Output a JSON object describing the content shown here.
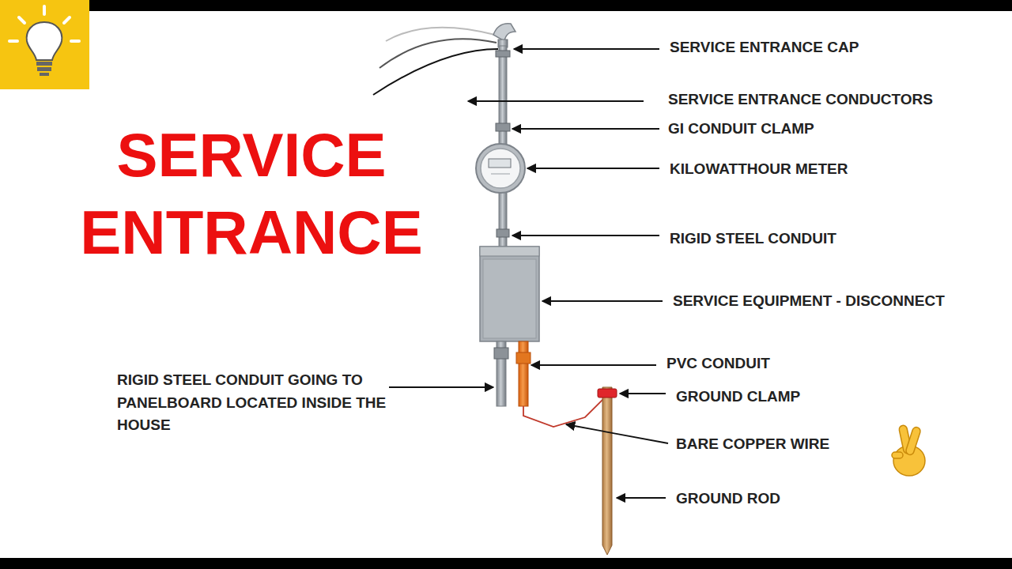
{
  "diagram": {
    "title": "SERVICE ENTRANCE",
    "labels": [
      "SERVICE ENTRANCE CAP",
      "SERVICE ENTRANCE CONDUCTORS",
      "GI CONDUIT CLAMP",
      "KILOWATTHOUR METER",
      "RIGID STEEL CONDUIT",
      "SERVICE EQUIPMENT - DISCONNECT",
      "RIGID STEEL CONDUIT GOING TO PANELBOARD LOCATED INSIDE THE HOUSE",
      "PVC CONDUIT",
      "GROUND CLAMP",
      "BARE COPPER WIRE",
      "GROUND ROD"
    ]
  }
}
